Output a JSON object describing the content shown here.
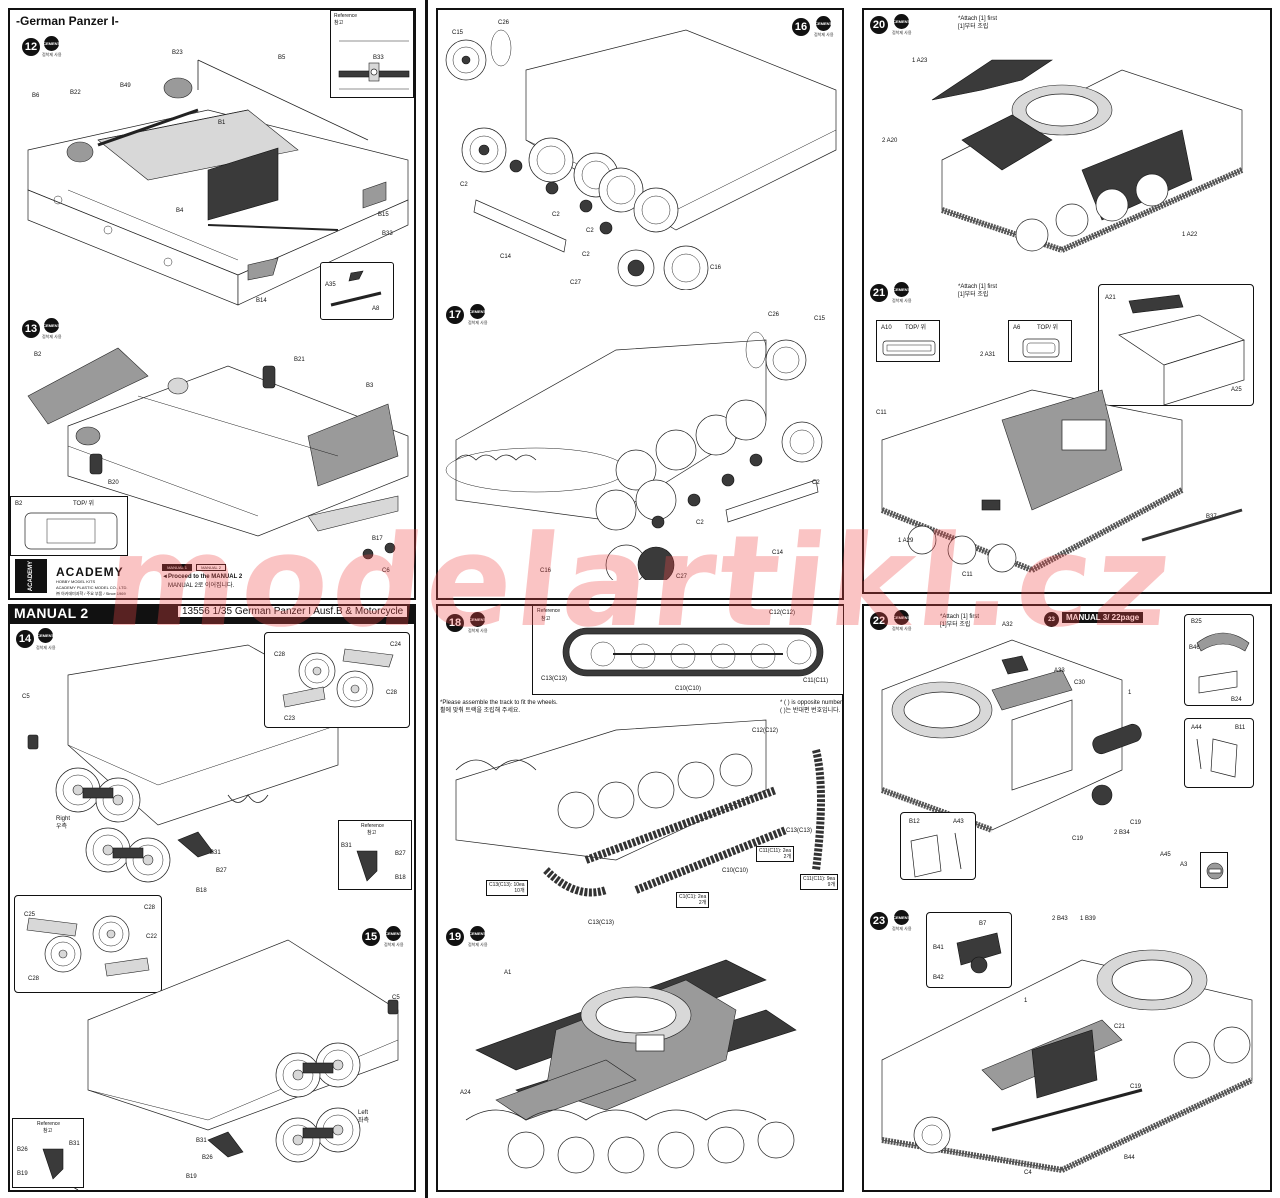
{
  "p1": {
    "title": "-German Panzer I-",
    "ref": {
      "title": "Reference",
      "title_ko": "참고",
      "part": "B33"
    },
    "step12": {
      "num": "12",
      "cement": "CEMENT",
      "cement_ko": "접착제 사용",
      "labels": {
        "b23": "B23",
        "b5": "B5",
        "b49": "B49",
        "b6": "B6",
        "b22": "B22",
        "b1": "B1",
        "b4": "B4",
        "b15": "B15",
        "b33": "B33",
        "b14": "B14",
        "a35": "A35",
        "a8": "A8"
      }
    },
    "step13": {
      "num": "13",
      "cement": "CEMENT",
      "cement_ko": "접착제 사용",
      "labels": {
        "b2": "B2",
        "b21": "B21",
        "b3": "B3",
        "b20": "B20",
        "b17": "B17",
        "c6": "C6"
      },
      "top_box": {
        "label": "B2",
        "top": "TOP/ 위"
      }
    },
    "brand": {
      "name": "ACADEMY",
      "sub": "HOBBY MODEL KITS",
      "company": "ACADEMY PLASTIC MODEL CO., LTD.",
      "company_ko": "㈜ 아카데미과학 / 주요 부품 / Since 1969"
    },
    "proceed": {
      "chip1": "MANUAL 1",
      "chip2": "MANUAL 2",
      "line1": "◄Proceed to the MANUAL 2",
      "line2": "MANUAL 2로 이어집니다."
    },
    "manual2": {
      "title": "MANUAL 2",
      "subtitle": "13556 1/35 German Panzer I Ausf.B & Motorcycle"
    },
    "step14": {
      "num": "14",
      "cement": "CEMENT",
      "cement_ko": "접착제 사용",
      "labels": {
        "c5": "C5",
        "right": "Right",
        "right_ko": "우측",
        "b31": "B31",
        "b27": "B27",
        "b18": "B18",
        "c24": "C24",
        "c28a": "C28",
        "c28b": "C28",
        "c23": "C23"
      },
      "ref": {
        "title": "Reference",
        "title_ko": "참고",
        "b31": "B31",
        "b27": "B27",
        "b18": "B18"
      }
    },
    "step15": {
      "num": "15",
      "cement": "CEMENT",
      "cement_ko": "접착제 사용",
      "labels": {
        "c25": "C25",
        "c28a": "C28",
        "c28b": "C28",
        "c22": "C22",
        "c5": "C5",
        "left": "Left",
        "left_ko": "좌측",
        "b31": "B31",
        "b26": "B26",
        "b19": "B19"
      },
      "ref": {
        "title": "Reference",
        "title_ko": "참고",
        "b26": "B26",
        "b31": "B31",
        "b19": "B19"
      }
    }
  },
  "p2": {
    "step16": {
      "num": "16",
      "cement": "CEMENT",
      "cement_ko": "접착제 사용",
      "labels": {
        "c15": "C15",
        "c26": "C26",
        "c2a": "C2",
        "c2b": "C2",
        "c2c": "C2",
        "c2d": "C2",
        "c14": "C14",
        "c27": "C27",
        "c16": "C16"
      }
    },
    "step17": {
      "num": "17",
      "cement": "CEMENT",
      "cement_ko": "접착제 사용",
      "labels": {
        "c26": "C26",
        "c15": "C15",
        "c2a": "C2",
        "c2b": "C2",
        "c14": "C14",
        "c16": "C16",
        "c27": "C27"
      }
    },
    "step18": {
      "num": "18",
      "cement": "CEMENT",
      "cement_ko": "접착제 사용",
      "ref": {
        "title": "Reference",
        "title_ko": "참고",
        "c12": "C12(C12)",
        "c13": "C13(C13)",
        "c11": "C11(C11)",
        "c10": "C10(C10)"
      },
      "note_en": "*Please assemble the track to fit the wheels.",
      "note_ko": "휠에 맞춰 트랙을 조립해 주세요.",
      "note2_en": "* ( ) is opposite number.",
      "note2_ko": "( )는 반대편 번호입니다.",
      "labels": {
        "c12": "C12(C12)",
        "c13": "C13(C13)",
        "c10": "C10(C10)",
        "c13b": "C13(C13)"
      },
      "counts": {
        "c13": "C13(C13): 10ea",
        "c13_ko": "10개",
        "c11": "C11(C11): 2ea",
        "c11_ko": "2개",
        "c1a": "C1(C1): 2ea",
        "c1a_ko": "2개",
        "c11b": "C11(C11): 9ea",
        "c11b_ko": "9개"
      }
    },
    "step19": {
      "num": "19",
      "cement": "CEMENT",
      "cement_ko": "접착제 사용",
      "labels": {
        "a1": "A1",
        "a24": "A24"
      }
    }
  },
  "p3": {
    "step20": {
      "num": "20",
      "cement": "CEMENT",
      "cement_ko": "접착제 사용",
      "attach_en": "*Attach [1] first",
      "attach_ko": "[1]부터 조립",
      "labels": {
        "a23": "1 A23",
        "a20": "2 A20",
        "a22": "1 A22"
      }
    },
    "step21": {
      "num": "21",
      "cement": "CEMENT",
      "cement_ko": "접착제 사용",
      "attach_en": "*Attach [1] first",
      "attach_ko": "[1]부터 조립",
      "labels": {
        "a10": "A10",
        "top1": "TOP/ 위",
        "a6": "A6",
        "top2": "TOP/ 위",
        "a31": "2 A31",
        "a21": "A21",
        "a25": "A25",
        "c11": "C11",
        "a29": "1 A29",
        "b37": "B37",
        "c11b": "C11"
      }
    },
    "step22": {
      "num": "22",
      "cement": "CEMENT",
      "cement_ko": "접착제 사용",
      "attach_en": "*Attach [1] first",
      "attach_ko": "[1]부터 조립",
      "manual3": "MANUAL 3/ 22page",
      "manual3_icon": "23",
      "labels": {
        "a32": "A32",
        "a33": "A33",
        "c30": "C30",
        "b25": "B25",
        "b46": "B46",
        "b24": "B24",
        "a44": "A44",
        "b11": "B11",
        "b12": "B12",
        "a43": "A43",
        "c19a": "C19",
        "c19b": "C19",
        "b34": "2 B34",
        "a45": "A45",
        "a3": "A3",
        "one": "1"
      }
    },
    "step23": {
      "num": "23",
      "cement": "CEMENT",
      "cement_ko": "접착제 사용",
      "labels": {
        "b7": "B7",
        "b41": "B41",
        "b42": "B42",
        "b43": "2 B43",
        "b39": "1 B39",
        "c21": "C21",
        "c19": "C19",
        "c4": "C4",
        "b44": "B44",
        "one": "1"
      }
    }
  },
  "watermark": "modelartikl.cz"
}
